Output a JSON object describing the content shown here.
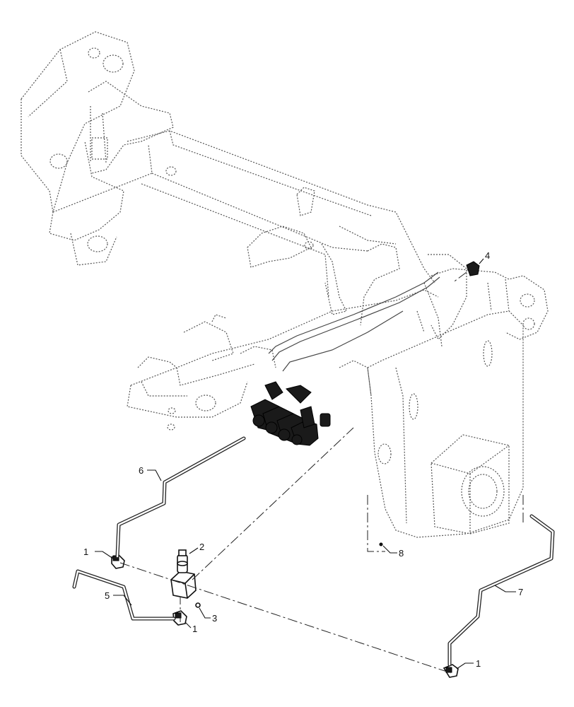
{
  "callouts": [
    {
      "id": "c1a",
      "label": "1"
    },
    {
      "id": "c1b",
      "label": "1"
    },
    {
      "id": "c1c",
      "label": "1"
    },
    {
      "id": "c2",
      "label": "2"
    },
    {
      "id": "c3",
      "label": "3"
    },
    {
      "id": "c4",
      "label": "4"
    },
    {
      "id": "c5",
      "label": "5"
    },
    {
      "id": "c6",
      "label": "6"
    },
    {
      "id": "c7",
      "label": "7"
    },
    {
      "id": "c8",
      "label": "8"
    }
  ],
  "colors": {
    "line": "#111111",
    "frame": "#555555",
    "background": "#ffffff"
  }
}
